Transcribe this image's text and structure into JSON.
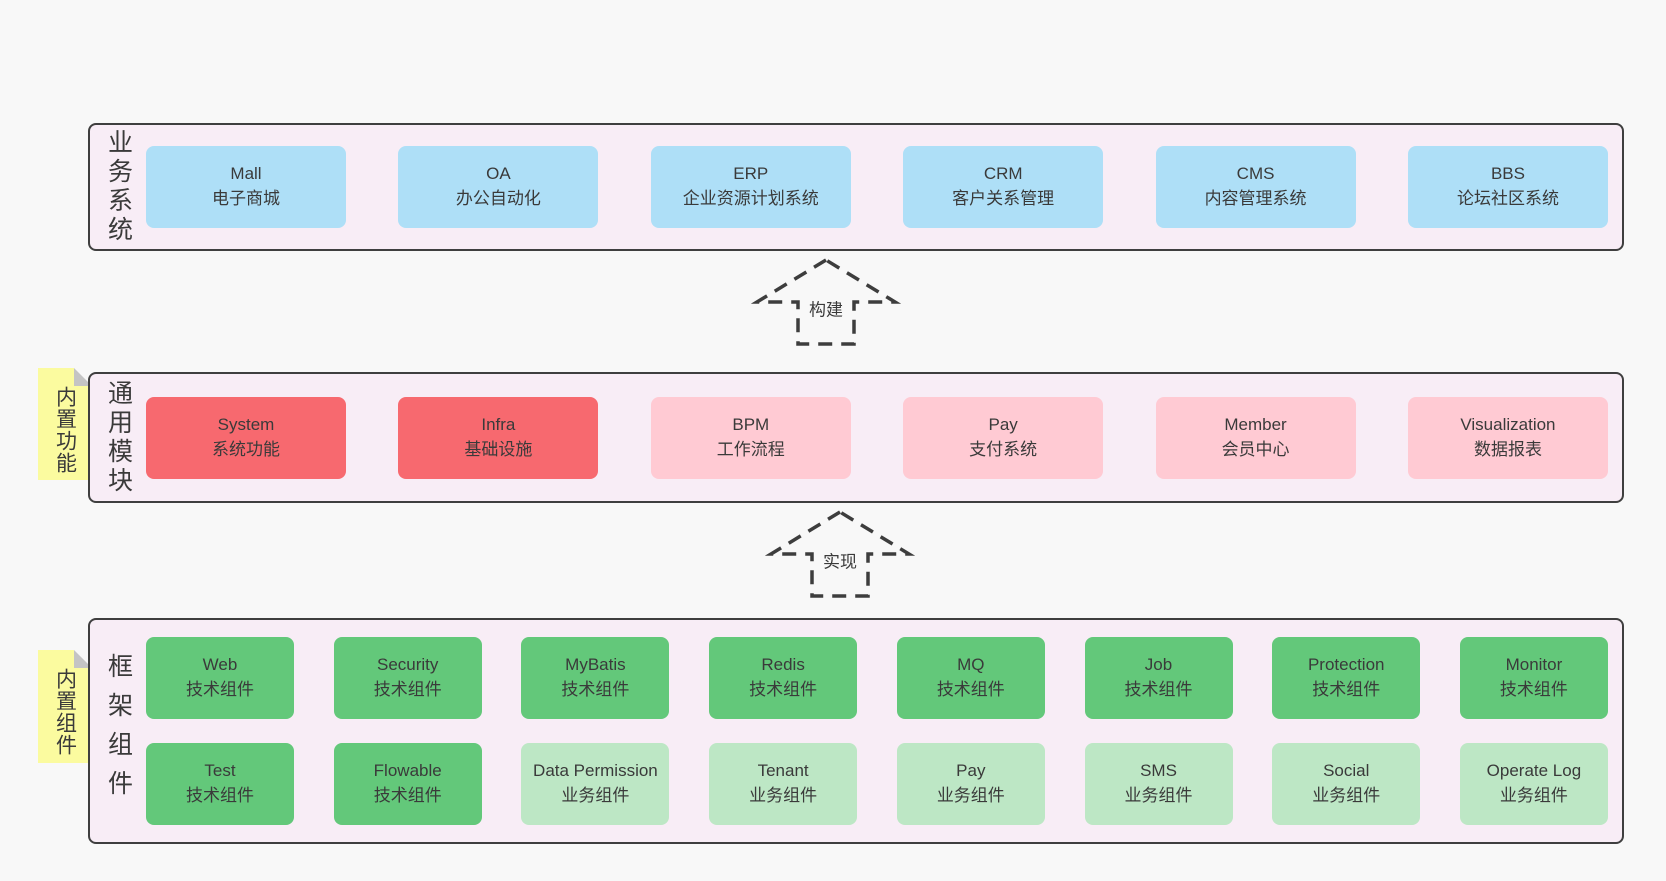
{
  "diagram": {
    "colors": {
      "background": "#f8f8f8",
      "panel_fill": "#f8edf6",
      "panel_border": "#3f3f3f",
      "blue_box": "#aedff7",
      "red_box": "#f7696f",
      "pink_box": "#ffcad3",
      "green_box": "#63c87a",
      "lightgreen_box": "#bde7c5",
      "sticky_yellow": "#fbfb9f",
      "text": "#3a3a3a"
    },
    "arrows": [
      {
        "label": "构建"
      },
      {
        "label": "实现"
      }
    ],
    "stickies": [
      {
        "label": "内置功能"
      },
      {
        "label": "内置组件"
      }
    ],
    "panels": [
      {
        "label": "业务系统",
        "boxes": [
          {
            "title": "Mall",
            "subtitle": "电子商城",
            "type": "blue"
          },
          {
            "title": "OA",
            "subtitle": "办公自动化",
            "type": "blue"
          },
          {
            "title": "ERP",
            "subtitle": "企业资源计划系统",
            "type": "blue"
          },
          {
            "title": "CRM",
            "subtitle": "客户关系管理",
            "type": "blue"
          },
          {
            "title": "CMS",
            "subtitle": "内容管理系统",
            "type": "blue"
          },
          {
            "title": "BBS",
            "subtitle": "论坛社区系统",
            "type": "blue"
          }
        ]
      },
      {
        "label": "通用模块",
        "boxes": [
          {
            "title": "System",
            "subtitle": "系统功能",
            "type": "red"
          },
          {
            "title": "Infra",
            "subtitle": "基础设施",
            "type": "red"
          },
          {
            "title": "BPM",
            "subtitle": "工作流程",
            "type": "pink"
          },
          {
            "title": "Pay",
            "subtitle": "支付系统",
            "type": "pink"
          },
          {
            "title": "Member",
            "subtitle": "会员中心",
            "type": "pink"
          },
          {
            "title": "Visualization",
            "subtitle": "数据报表",
            "type": "pink"
          }
        ]
      },
      {
        "label": "框架组件",
        "boxes": [
          {
            "title": "Web",
            "subtitle": "技术组件",
            "type": "green"
          },
          {
            "title": "Security",
            "subtitle": "技术组件",
            "type": "green"
          },
          {
            "title": "MyBatis",
            "subtitle": "技术组件",
            "type": "green"
          },
          {
            "title": "Redis",
            "subtitle": "技术组件",
            "type": "green"
          },
          {
            "title": "MQ",
            "subtitle": "技术组件",
            "type": "green"
          },
          {
            "title": "Job",
            "subtitle": "技术组件",
            "type": "green"
          },
          {
            "title": "Protection",
            "subtitle": "技术组件",
            "type": "green"
          },
          {
            "title": "Monitor",
            "subtitle": "技术组件",
            "type": "green"
          },
          {
            "title": "Test",
            "subtitle": "技术组件",
            "type": "green"
          },
          {
            "title": "Flowable",
            "subtitle": "技术组件",
            "type": "green"
          },
          {
            "title": "Data Permission",
            "subtitle": "业务组件",
            "type": "lightgreen"
          },
          {
            "title": "Tenant",
            "subtitle": "业务组件",
            "type": "lightgreen"
          },
          {
            "title": "Pay",
            "subtitle": "业务组件",
            "type": "lightgreen"
          },
          {
            "title": "SMS",
            "subtitle": "业务组件",
            "type": "lightgreen"
          },
          {
            "title": "Social",
            "subtitle": "业务组件",
            "type": "lightgreen"
          },
          {
            "title": "Operate Log",
            "subtitle": "业务组件",
            "type": "lightgreen"
          }
        ]
      }
    ]
  }
}
